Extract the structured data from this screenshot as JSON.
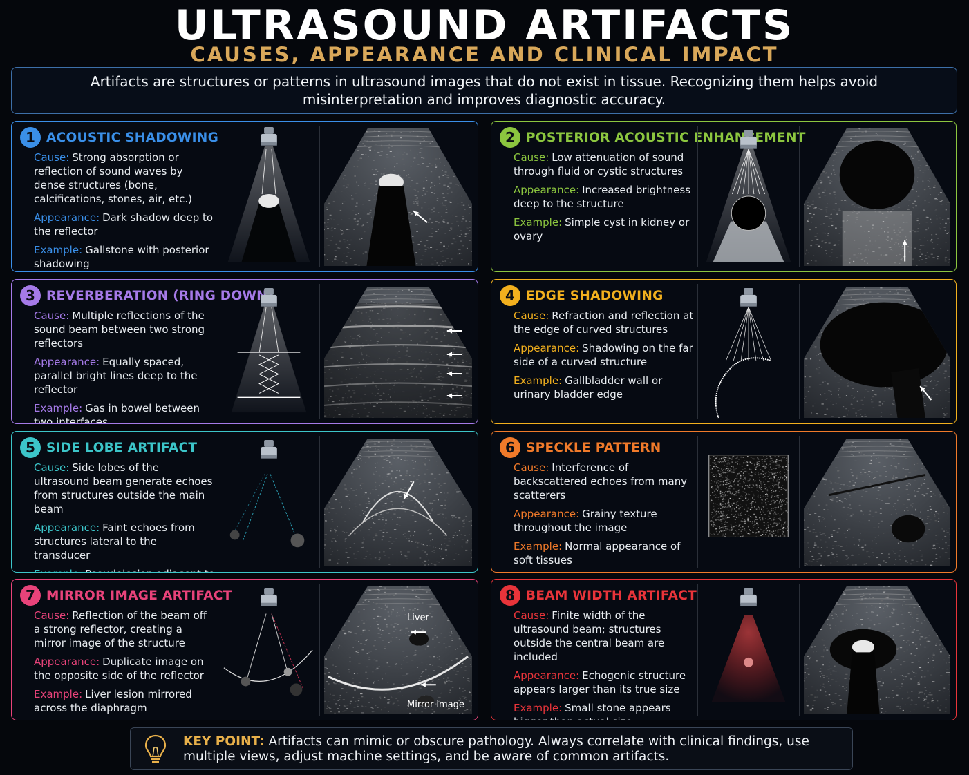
{
  "header": {
    "title": "ULTRASOUND ARTIFACTS",
    "subtitle": "CAUSES, APPEARANCE AND CLINICAL IMPACT"
  },
  "intro": "Artifacts are structures or patterns in ultrasound images that do not exist in tissue. Recognizing them helps avoid misinterpretation and improves diagnostic accuracy.",
  "labels": {
    "cause": "Cause:",
    "appearance": "Appearance:",
    "example": "Example:"
  },
  "colors": {
    "c1": "#3a8fe8",
    "c2": "#8cc63f",
    "c3": "#a57ae8",
    "c4": "#f2b01e",
    "c5": "#3cc5c9",
    "c6": "#f07a2a",
    "c7": "#e8437a",
    "c8": "#e8343a"
  },
  "cards": [
    {
      "number": "1",
      "title": "ACOUSTIC SHADOWING",
      "cause": "Strong absorption or reflection of sound waves by dense structures (bone, calcifications, stones, air, etc.)",
      "appearance": "Dark shadow deep to the reflector",
      "example": "Gallstone with posterior shadowing"
    },
    {
      "number": "2",
      "title": "POSTERIOR ACOUSTIC ENHANCEMENT",
      "cause": "Low attenuation of sound through fluid or cystic structures",
      "appearance": "Increased brightness deep to the structure",
      "example": "Simple cyst in kidney or ovary"
    },
    {
      "number": "3",
      "title": "REVERBERATION (RING DOWN)",
      "cause": "Multiple reflections of the sound beam between two strong reflectors",
      "appearance": "Equally spaced, parallel bright lines deep to the reflector",
      "example": "Gas in bowel between two interfaces"
    },
    {
      "number": "4",
      "title": "EDGE SHADOWING",
      "cause": "Refraction and reflection at the edge of curved structures",
      "appearance": "Shadowing on the far side of a curved structure",
      "example": "Gallbladder wall or urinary bladder edge"
    },
    {
      "number": "5",
      "title": "SIDE LOBE ARTIFACT",
      "cause": "Side lobes of the ultrasound beam generate echoes from structures outside the main beam",
      "appearance": "Faint echoes from structures lateral to the transducer",
      "example": "Pseudolesion adjacent to the liver"
    },
    {
      "number": "6",
      "title": "SPECKLE PATTERN",
      "cause": "Interference of backscattered echoes from many scatterers",
      "appearance": "Grainy texture throughout the image",
      "example": "Normal appearance of soft tissues"
    },
    {
      "number": "7",
      "title": "MIRROR IMAGE ARTIFACT",
      "cause": "Reflection of the beam off a strong reflector, creating a mirror image of the structure",
      "appearance": "Duplicate image on the opposite side of the reflector",
      "example": "Liver lesion mirrored across the diaphragm",
      "scan_labels": {
        "liver": "Liver",
        "mirror": "Mirror image"
      }
    },
    {
      "number": "8",
      "title": "BEAM WIDTH ARTIFACT",
      "cause": "Finite width of the ultrasound beam; structures outside the central beam are included",
      "appearance": "Echogenic structure appears larger than its true size",
      "example": "Small stone appears bigger than actual size"
    }
  ],
  "keypoint": {
    "label": "KEY POINT:",
    "text": "Artifacts can mimic or obscure pathology. Always correlate with clinical findings, use multiple views, adjust machine settings, and be aware of common artifacts."
  }
}
